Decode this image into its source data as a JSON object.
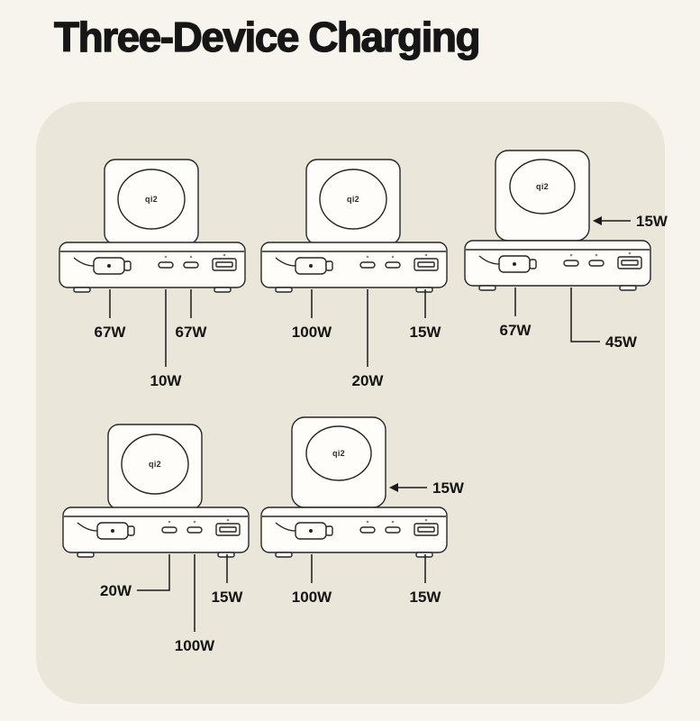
{
  "title": "Three-Device Charging",
  "brand_logo": "qi2",
  "colors": {
    "page_bg": "#f7f4ed",
    "panel_bg": "#ebe6da",
    "line": "#1a1a1a",
    "text": "#141414"
  },
  "devices": [
    {
      "name": "scenario-1",
      "pad_style": "stand",
      "labels": {
        "cable": "67W",
        "port_c1": "10W",
        "port_c2": "67W"
      }
    },
    {
      "name": "scenario-2",
      "pad_style": "stand",
      "labels": {
        "cable": "100W",
        "port_c1": "20W",
        "usb_a": "15W"
      }
    },
    {
      "name": "scenario-3",
      "pad_style": "box",
      "labels": {
        "wireless_pad": "15W",
        "cable": "67W",
        "port_c1": "45W"
      }
    },
    {
      "name": "scenario-4",
      "pad_style": "stand",
      "labels": {
        "port_c1": "20W",
        "port_c2": "100W",
        "usb_a": "15W"
      }
    },
    {
      "name": "scenario-5",
      "pad_style": "box",
      "labels": {
        "wireless_pad": "15W",
        "cable": "100W",
        "usb_a": "15W"
      }
    }
  ]
}
